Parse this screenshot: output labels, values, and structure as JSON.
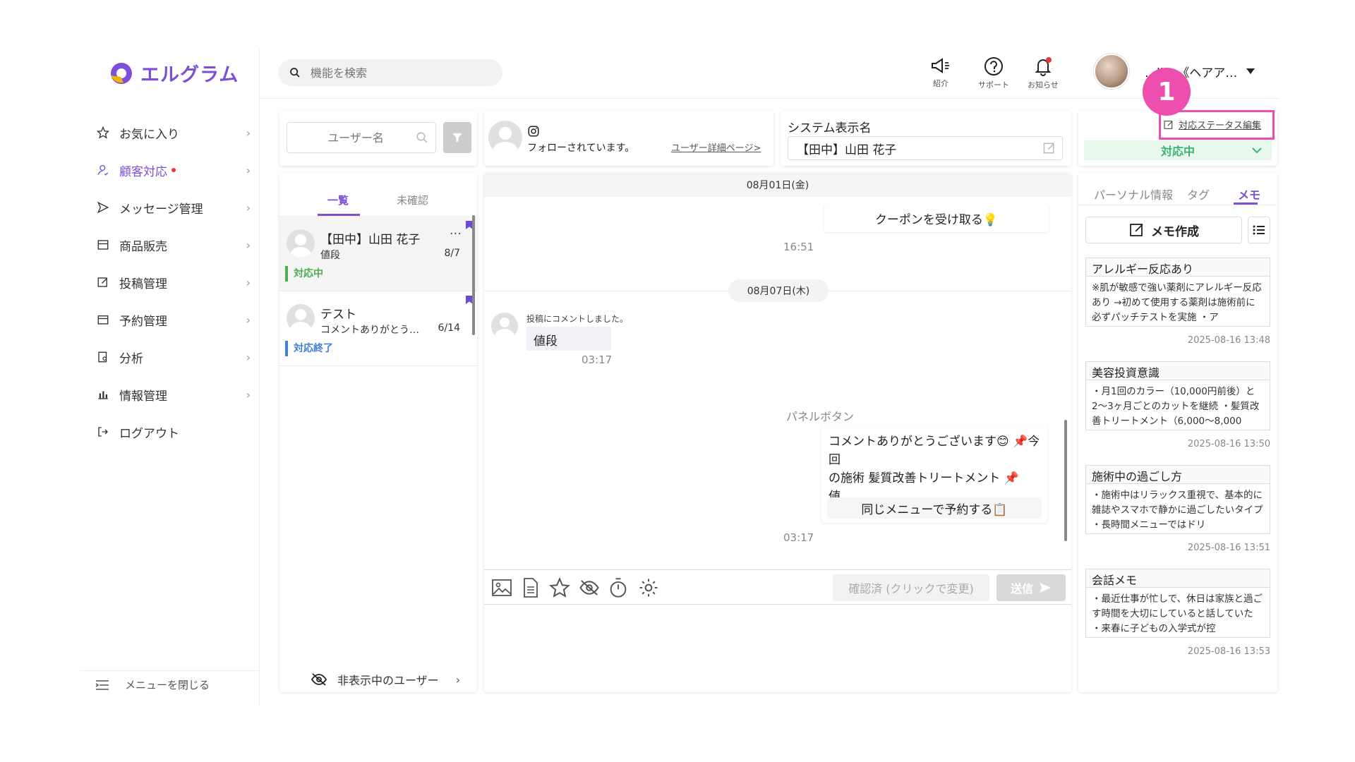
{
  "app": {
    "logo_text": "エルグラム",
    "brand_color": "#7b4fd6"
  },
  "sidebar": {
    "items": [
      {
        "label": "お気に入り",
        "icon": "star-icon"
      },
      {
        "label": "顧客対応",
        "icon": "person-icon",
        "active": true,
        "dot": true
      },
      {
        "label": "メッセージ管理",
        "icon": "send-icon"
      },
      {
        "label": "商品販売",
        "icon": "shop-icon"
      },
      {
        "label": "投稿管理",
        "icon": "edit-icon"
      },
      {
        "label": "予約管理",
        "icon": "calendar-icon"
      },
      {
        "label": "分析",
        "icon": "analysis-icon"
      },
      {
        "label": "情報管理",
        "icon": "chart-icon"
      },
      {
        "label": "ログアウト",
        "icon": "logout-icon"
      }
    ],
    "collapse_label": "メニューを閉じる"
  },
  "header": {
    "search_placeholder": "機能を検索",
    "intro_label": "紹介",
    "support_label": "サポート",
    "notice_label": "お知らせ",
    "user_name": "…lice《ヘアア…"
  },
  "user_search": {
    "placeholder": "ユーザー名"
  },
  "insta": {
    "following_text": "フォローされています。",
    "detail_link": "ユーザー詳細ページ>"
  },
  "system_name": {
    "label": "システム表示名",
    "value": "【田中】山田 花子"
  },
  "status": {
    "edit_link": "対応ステータス編集",
    "current": "対応中"
  },
  "list": {
    "tabs": [
      "一覧",
      "未確認"
    ],
    "conversations": [
      {
        "name": "【田中】山田 花子",
        "message": "値段",
        "date": "8/7",
        "status": "対応中",
        "status_color": "#4caf50"
      },
      {
        "name": "テスト",
        "message": "コメントありがとう…",
        "date": "6/14",
        "status": "対応終了",
        "status_color": "#3f7fd6"
      }
    ],
    "hidden_users_label": "非表示中のユーザー"
  },
  "chat": {
    "date1": "08月01日(金)",
    "coupon_button": "クーポンを受け取る💡",
    "time1": "16:51",
    "date2": "08月07日(木)",
    "comment_caption": "投稿にコメントしました。",
    "comment_text": "値段",
    "time2": "03:17",
    "panel_label": "パネルボタン",
    "reply_line1": "コメントありがとうございます😊 📌今回",
    "reply_line2": "の施術 髪質改善トリートメント 📌値…",
    "reply_arrows": "↓　　↓　　↓",
    "reserve_button": "同じメニューで予約する📋",
    "time3": "03:17",
    "confirm_button": "確認済 (クリックで変更)",
    "send_button": "送信"
  },
  "memo": {
    "tabs": [
      "パーソナル情報",
      "タグ",
      "メモ"
    ],
    "create_button": "メモ作成",
    "cards": [
      {
        "title": "アレルギー反応あり",
        "body": "※肌が敏感で強い薬剤にアレルギー反応あり →初めて使用する薬剤は施術前に必ずパッチテストを実施 ・ア",
        "time": "2025-08-16 13:48"
      },
      {
        "title": "美容投資意識",
        "body": "・月1回のカラー（10,000円前後）と2〜3ヶ月ごとのカットを継続 ・髪質改善トリートメント（6,000〜8,000",
        "time": "2025-08-16 13:50"
      },
      {
        "title": "施術中の過ごし方",
        "body": "・施術中はリラックス重視で、基本的に雑誌やスマホで静かに過ごしたいタイプ ・長時間メニューではドリ",
        "time": "2025-08-16 13:51"
      },
      {
        "title": "会話メモ",
        "body": "・最近仕事が忙しで、休日は家族と過ごす時間を大切にしていると話していた ・来春に子どもの入学式が控",
        "time": "2025-08-16 13:53"
      }
    ]
  },
  "annotation": {
    "number": "1",
    "color": "#ee4fae"
  }
}
